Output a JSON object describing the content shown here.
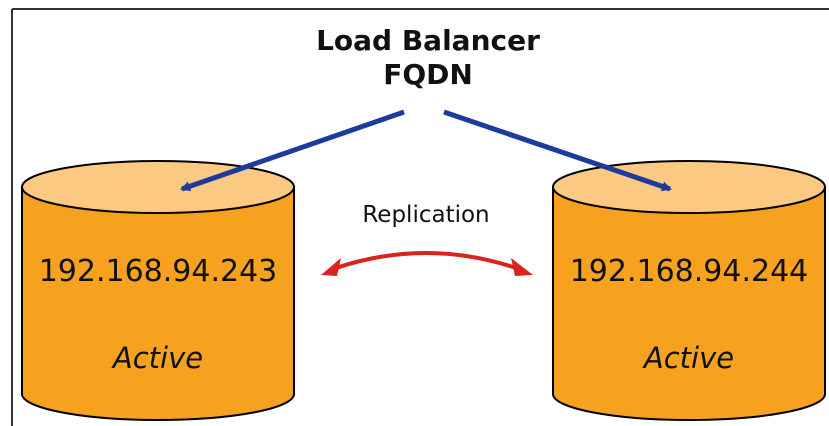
{
  "title": {
    "line1": "Load Balancer",
    "line2": "FQDN"
  },
  "replication_label": "Replication",
  "servers": [
    {
      "ip": "192.168.94.243",
      "status": "Active"
    },
    {
      "ip": "192.168.94.244",
      "status": "Active"
    }
  ],
  "colors": {
    "cylinder_body": "#f6a21e",
    "cylinder_top": "#fcc982",
    "outline": "#000000",
    "client_arrow": "#1d3a9c",
    "replication_arrow": "#d9231f",
    "frame": "#333333"
  }
}
